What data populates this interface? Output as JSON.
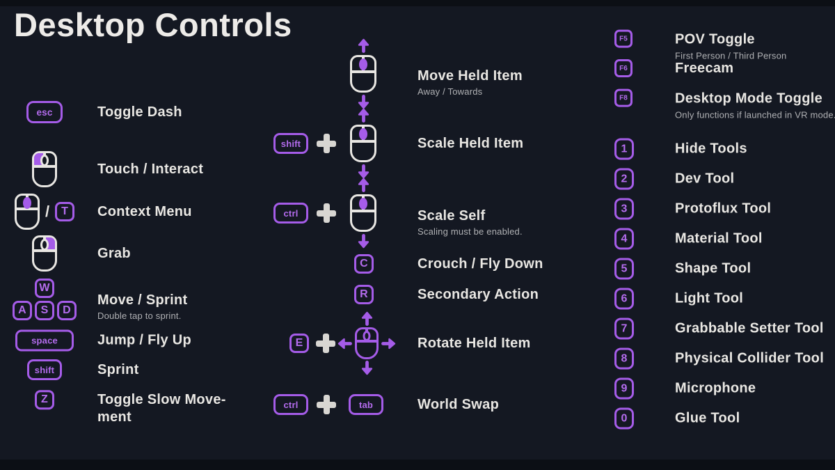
{
  "title": "Desktop Controls",
  "colors": {
    "background": "#141822",
    "edge_bar": "#0c0f15",
    "accent": "#a55ce8",
    "key_text": "#b46cee",
    "icon_white": "#e9e7e3",
    "plus_gray": "#d8d6d2",
    "label": "#e9e7e3",
    "sublabel": "#b0b1b4"
  },
  "left": {
    "rows": [
      {
        "keys": [
          "esc"
        ],
        "label": "Toggle Dash"
      },
      {
        "icon": "mouse-left-click",
        "label": "Touch / Interact"
      },
      {
        "icon": "mouse-middle-click",
        "separator": "/",
        "keys": [
          "T"
        ],
        "label": "Context Menu"
      },
      {
        "icon": "mouse-right-click",
        "label": "Grab"
      },
      {
        "keys": [
          "W",
          "A",
          "S",
          "D"
        ],
        "label": "Move / Sprint",
        "sublabel": "Double tap to sprint."
      },
      {
        "keys": [
          "space"
        ],
        "label": "Jump / Fly Up"
      },
      {
        "keys": [
          "shift"
        ],
        "label": "Sprint"
      },
      {
        "keys": [
          "Z"
        ],
        "label": "Toggle Slow Move-\nment"
      }
    ]
  },
  "middle": {
    "rows": [
      {
        "icon": "mouse-scroll",
        "label": "Move Held Item",
        "sublabel": "Away / Towards"
      },
      {
        "keys": [
          "shift"
        ],
        "icon": "mouse-scroll",
        "label": "Scale Held Item"
      },
      {
        "keys": [
          "ctrl"
        ],
        "icon": "mouse-scroll",
        "label": "Scale Self",
        "sublabel": "Scaling must be enabled."
      },
      {
        "keys": [
          "C"
        ],
        "label": "Crouch / Fly Down"
      },
      {
        "keys": [
          "R"
        ],
        "label": "Secondary Action"
      },
      {
        "keys": [
          "E"
        ],
        "icon": "mouse-move-4way",
        "label": "Rotate Held Item"
      },
      {
        "keys": [
          "ctrl",
          "tab"
        ],
        "label": "World Swap"
      }
    ]
  },
  "right": {
    "rows": [
      {
        "keys": [
          "F5"
        ],
        "label": "POV Toggle",
        "sublabel": "First Person / Third Person"
      },
      {
        "keys": [
          "F6"
        ],
        "label": "Freecam"
      },
      {
        "keys": [
          "F8"
        ],
        "label": "Desktop Mode Toggle",
        "sublabel": "Only functions if launched in VR mode."
      },
      {
        "keys": [
          "1"
        ],
        "label": "Hide Tools"
      },
      {
        "keys": [
          "2"
        ],
        "label": "Dev Tool"
      },
      {
        "keys": [
          "3"
        ],
        "label": "Protoflux Tool"
      },
      {
        "keys": [
          "4"
        ],
        "label": "Material Tool"
      },
      {
        "keys": [
          "5"
        ],
        "label": "Shape Tool"
      },
      {
        "keys": [
          "6"
        ],
        "label": "Light Tool"
      },
      {
        "keys": [
          "7"
        ],
        "label": "Grabbable Setter Tool"
      },
      {
        "keys": [
          "8"
        ],
        "label": "Physical Collider Tool"
      },
      {
        "keys": [
          "9"
        ],
        "label": "Microphone"
      },
      {
        "keys": [
          "0"
        ],
        "label": "Glue Tool"
      }
    ]
  }
}
